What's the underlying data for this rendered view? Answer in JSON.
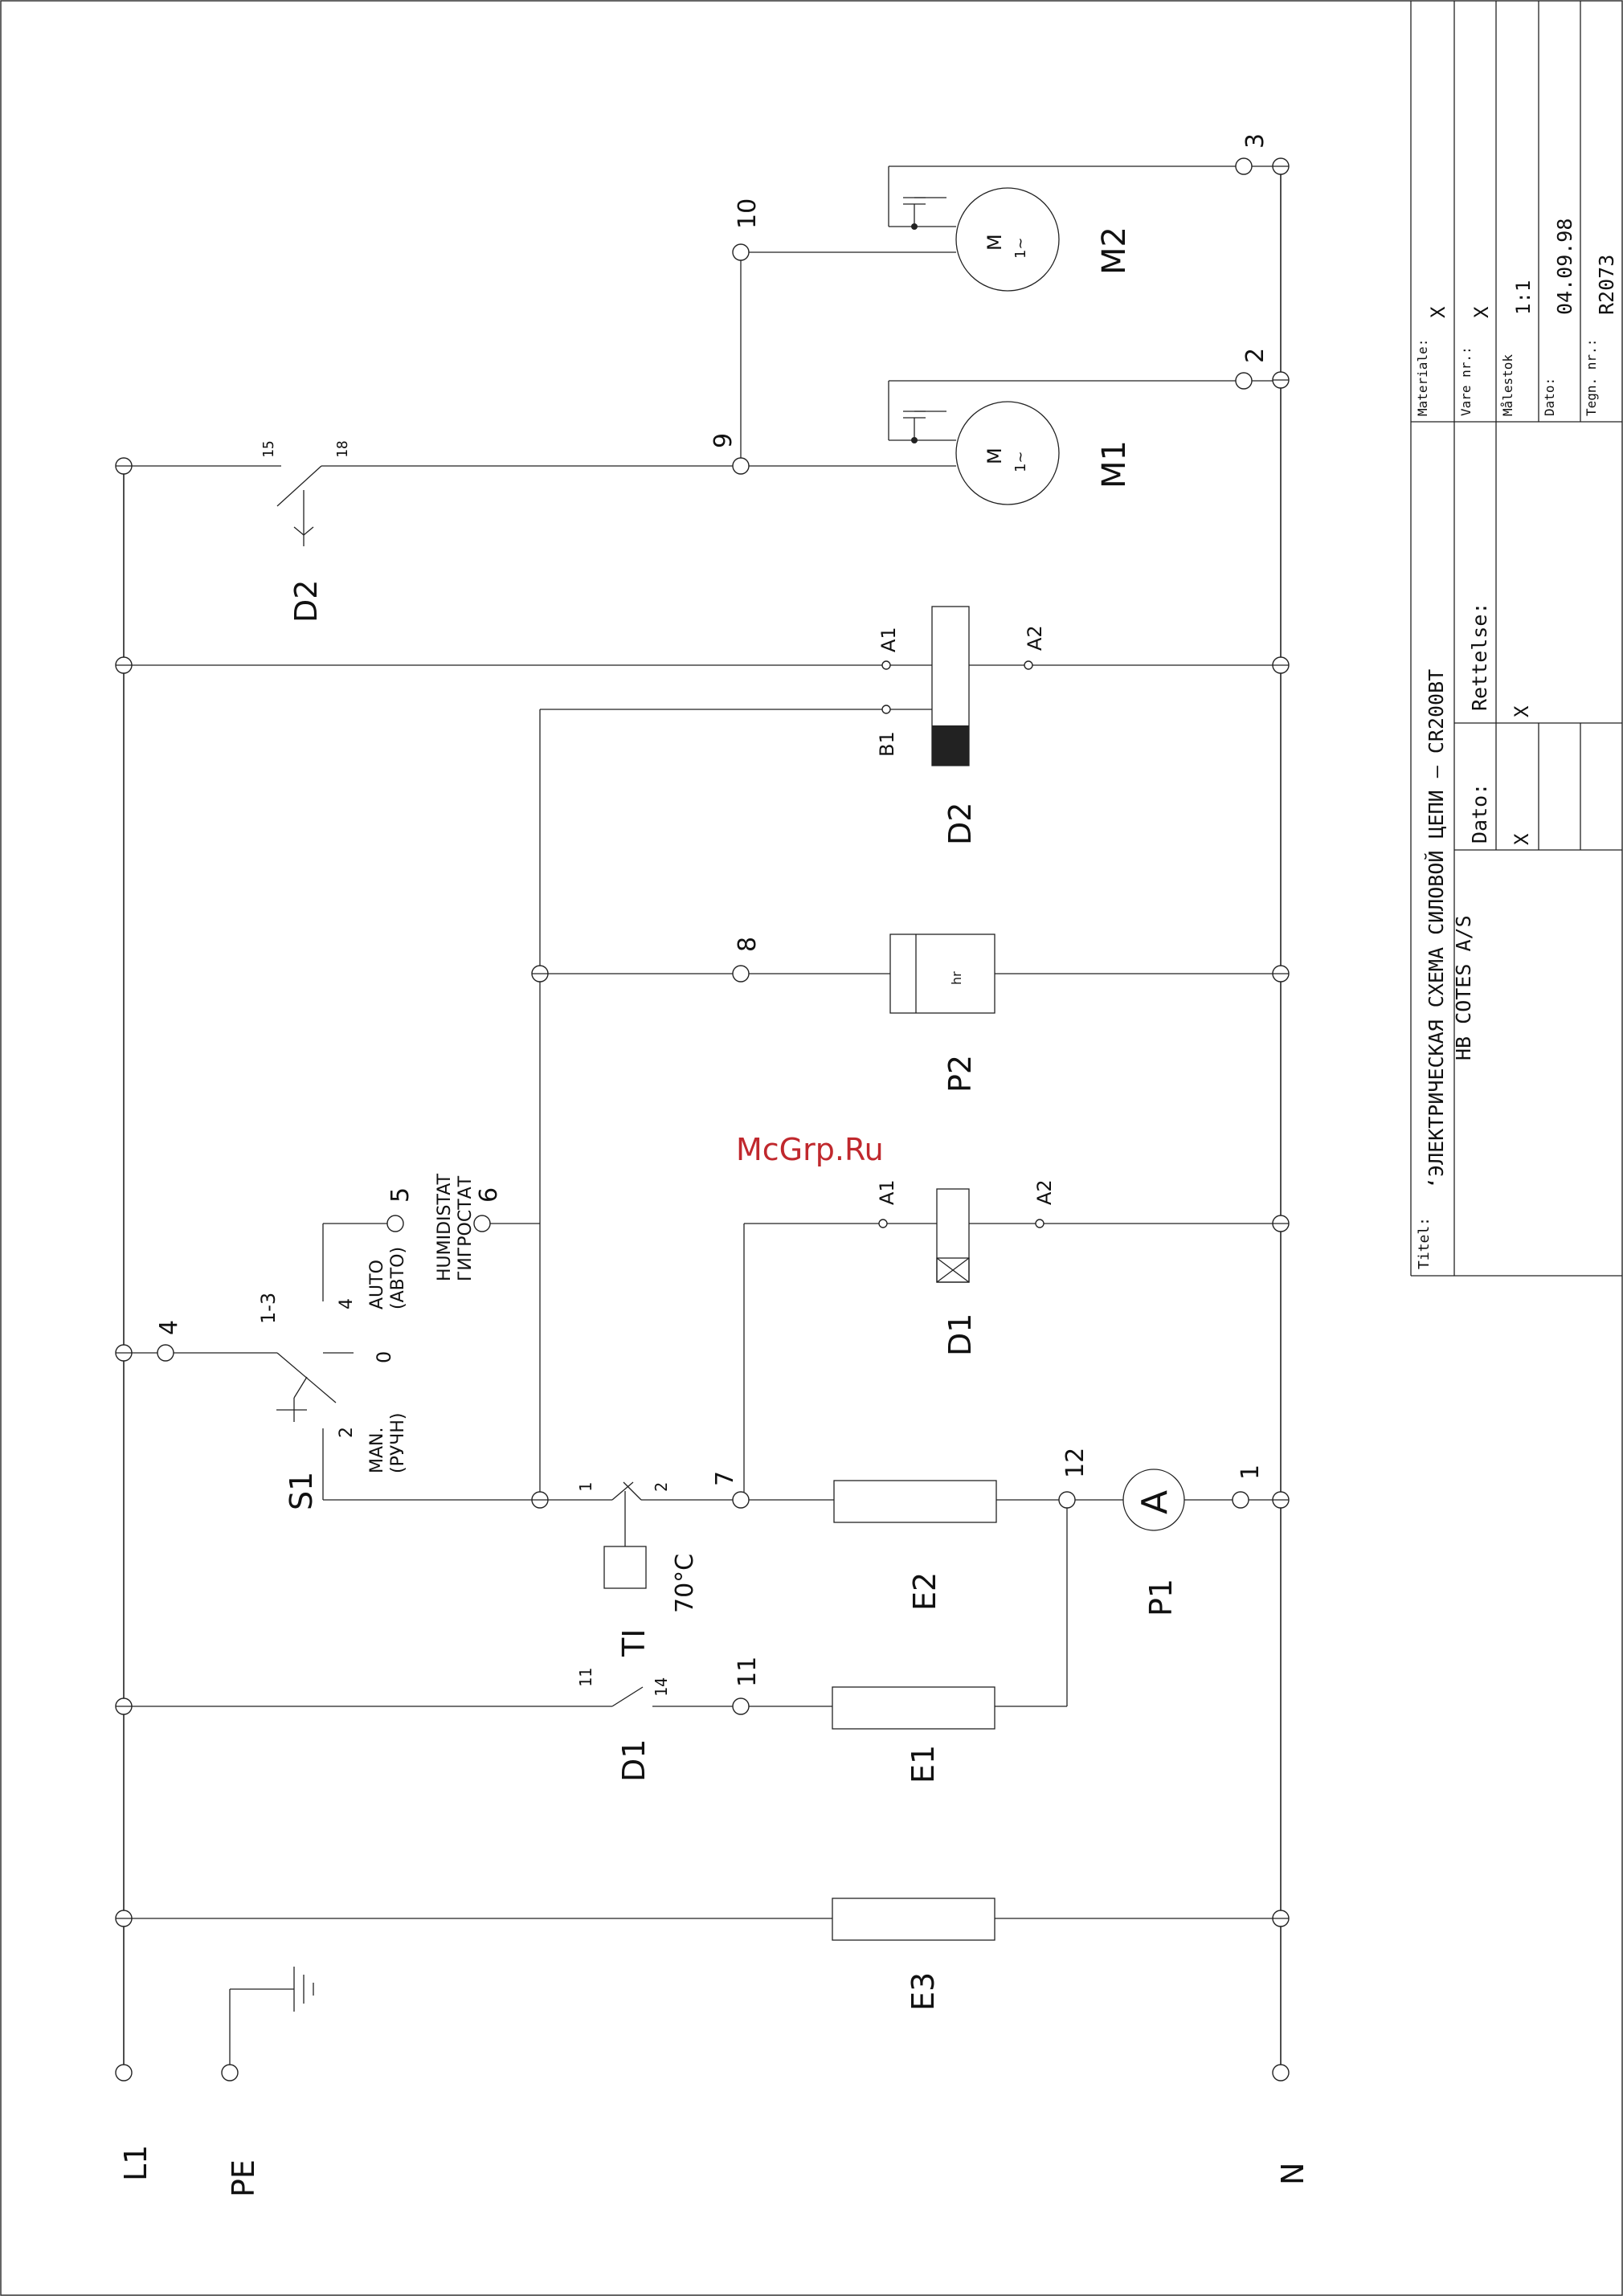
{
  "rails": {
    "l1": "L1",
    "pe": "PE",
    "n": "N"
  },
  "switch_s1": {
    "name": "S1",
    "terminal_left": "4",
    "contacts_label": "1-3",
    "pos_man_num": "2",
    "pos_man_line1": "MAN.",
    "pos_man_line2": "(РУЧН)",
    "pos_off": "0",
    "pos_auto_num": "4",
    "pos_auto_line1": "AUTO",
    "pos_auto_line2": "(АВТО)",
    "terminal_auto": "5"
  },
  "humidistat": {
    "line1": "HUMIDISTAT",
    "line2": "ГИГРОСТАТ",
    "terminal": "6"
  },
  "thermostat_ti": {
    "name": "TI",
    "setpoint": "70°C",
    "contact_in": "1",
    "contact_out": "2",
    "terminal_out": "7"
  },
  "relay_d1": {
    "name": "D1",
    "coil_a1": "A1",
    "coil_a2": "A2",
    "contact_in": "11",
    "contact_out": "14",
    "terminal_out": "11"
  },
  "relay_d2": {
    "name": "D2",
    "coil_a1": "A1",
    "coil_a2": "A2",
    "coil_b1": "B1",
    "contact_in": "15",
    "contact_out": "18",
    "terminal_out": "9"
  },
  "meter_p2": {
    "name": "P2",
    "symbol": "hr",
    "terminal": "8"
  },
  "ammeter_p1": {
    "name": "P1",
    "symbol": "A",
    "terminal_in": "12",
    "terminal_out": "1"
  },
  "heaters": {
    "e1": "E1",
    "e2": "E2",
    "e3": "E3"
  },
  "motor_m1": {
    "name": "M1",
    "symbol": "M",
    "phase": "1~",
    "terminal_n": "2"
  },
  "motor_m2": {
    "name": "M2",
    "symbol": "M",
    "phase": "1~",
    "terminal_l": "10",
    "terminal_n": "3"
  },
  "watermark": "McGrp.Ru",
  "title_block": {
    "titel_label": "Titel:",
    "title": "‘ЭЛЕКТРИЧЕСКАЯ СХЕМА СИЛОВОЙ ЦЕПИ –   CR200BT",
    "company": "HB COTES A/S",
    "dato_label": "Dato:",
    "rettelse_label": "Rettelse:",
    "dato_value": "X",
    "rettelse_value": "X",
    "materiale_label": "Materiale:",
    "materiale_value": "X",
    "vare_label": "Vare nr.:",
    "vare_value": "X",
    "malestok_label": "Målestok",
    "malestok_value": "1:1",
    "dato2_label": "Dato:",
    "dato2_value": "04.09.98",
    "tegn_label": "Tegn. nr.:",
    "tegn_value": "R2073"
  }
}
